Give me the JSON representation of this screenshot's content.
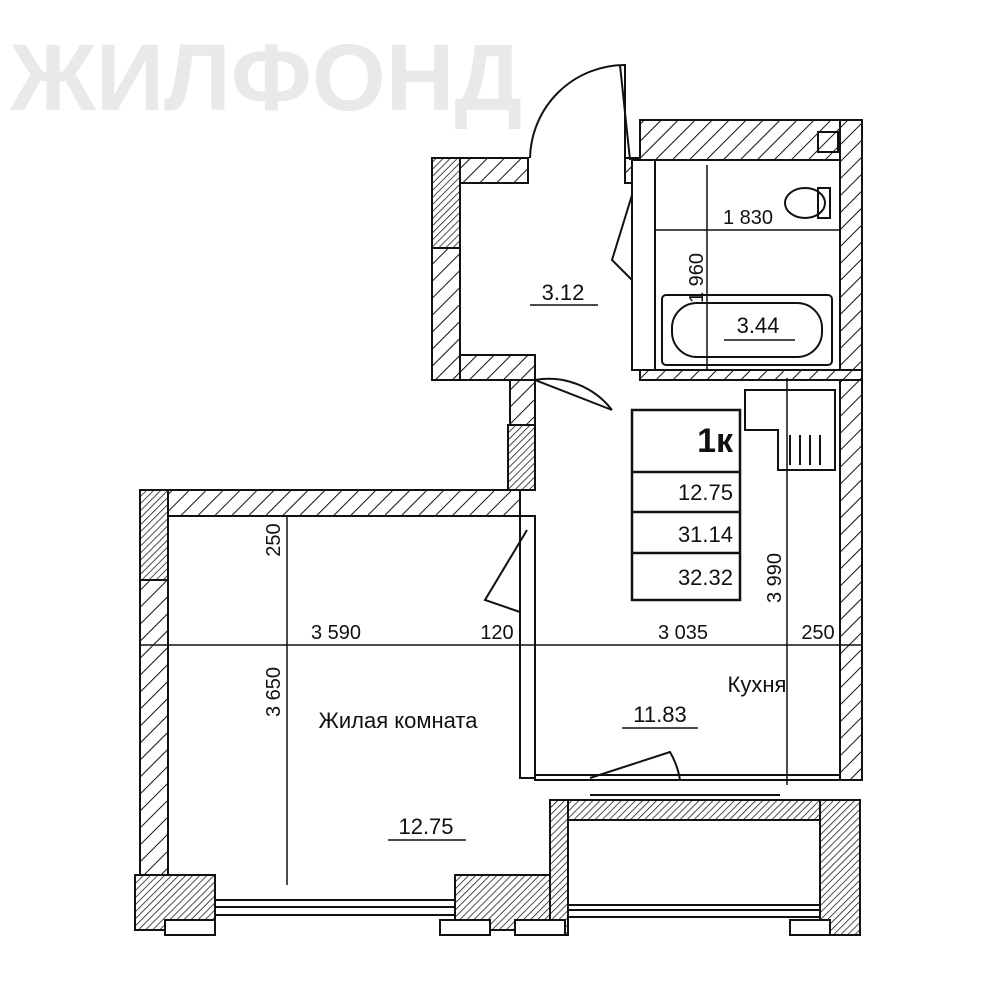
{
  "watermark": "ЖИЛФОНД",
  "rooms": {
    "hall_area": "3.12",
    "bathroom_area": "3.44",
    "living_room_name": "Жилая комната",
    "living_room_area": "12.75",
    "kitchen_name": "Кухня",
    "kitchen_area": "11.83"
  },
  "summary_table": {
    "type": "1к",
    "living_area": "12.75",
    "total_area_no_balcony": "31.14",
    "total_area": "32.32"
  },
  "dimensions": {
    "bath_width": "1 830",
    "bath_depth": "1 960",
    "living_wall_top": "250",
    "living_width": "3 590",
    "partition": "120",
    "kitchen_width": "3 035",
    "kitchen_wall": "250",
    "kitchen_depth": "3 990",
    "living_depth": "3 650"
  },
  "colors": {
    "line": "#111111",
    "background": "#ffffff",
    "watermark": "#e9e9e9"
  }
}
